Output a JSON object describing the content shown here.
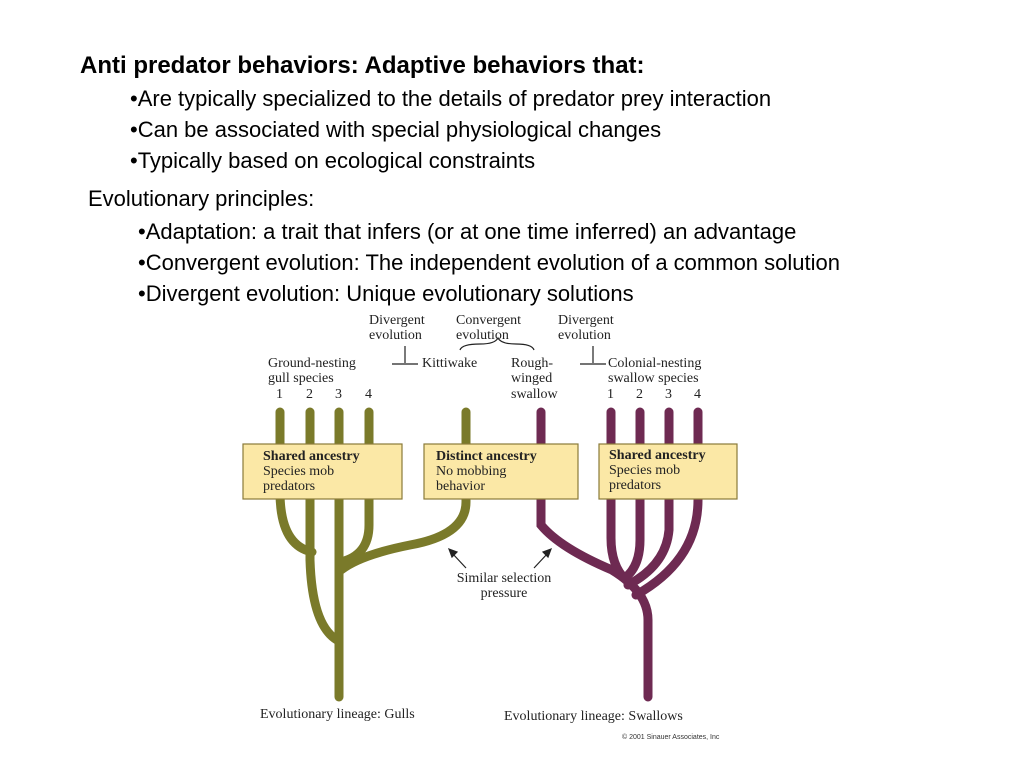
{
  "heading": "Anti predator behaviors: Adaptive behaviors that:",
  "behaviors": [
    "•Are typically specialized to the details of predator prey interaction",
    "•Can be associated with special physiological changes",
    "•Typically based on ecological constraints"
  ],
  "principles_heading": "Evolutionary principles:",
  "principles": [
    "•Adaptation: a trait that infers (or at one time inferred) an advantage",
    "•Convergent evolution: The independent evolution of a common solution",
    "•Divergent evolution: Unique evolutionary solutions"
  ],
  "figure": {
    "top_labels": {
      "divergent_left": [
        "Divergent",
        "evolution"
      ],
      "convergent": [
        "Convergent",
        "evolution"
      ],
      "divergent_right": [
        "Divergent",
        "evolution"
      ]
    },
    "gull_label": [
      "Ground-nesting",
      "gull species"
    ],
    "gull_numbers": [
      "1",
      "2",
      "3",
      "4"
    ],
    "kittiwake_label": "Kittiwake",
    "swallow_label": [
      "Rough-",
      "winged",
      "swallow"
    ],
    "colonial_label": [
      "Colonial-nesting",
      "swallow species"
    ],
    "swallow_numbers": [
      "1",
      "2",
      "3",
      "4"
    ],
    "box_left": {
      "title": "Shared ancestry",
      "lines": [
        "Species mob",
        "predators"
      ]
    },
    "box_middle": {
      "title": "Distinct ancestry",
      "lines": [
        "No mobbing",
        "behavior"
      ]
    },
    "box_right": {
      "title": "Shared ancestry",
      "lines": [
        "Species mob",
        "predators"
      ]
    },
    "selection_label": [
      "Similar selection",
      "pressure"
    ],
    "lineage_gulls": "Evolutionary lineage: Gulls",
    "lineage_swallows": "Evolutionary lineage: Swallows",
    "copyright": "© 2001 Sinauer Associates, Inc",
    "colors": {
      "gull": "#7a7a2a",
      "swallow": "#6e2a52",
      "box_fill": "#fbe8a6",
      "box_stroke": "#8a7a3a"
    }
  }
}
